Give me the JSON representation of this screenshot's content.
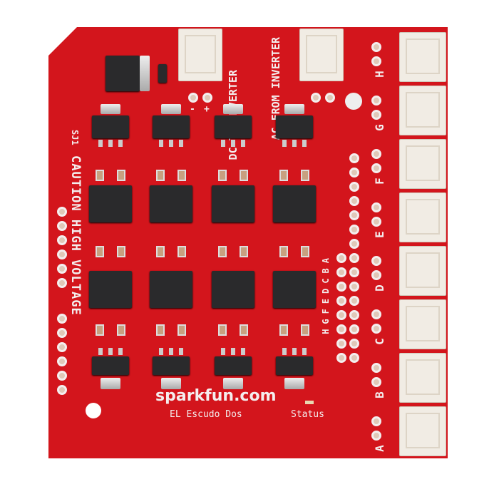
{
  "board": {
    "brand": "sparkfun.com",
    "product": "EL Escudo Dos",
    "status_label": "Status",
    "caution_label": "CAUTION HIGH VOLTAGE",
    "dc_label": "DC TO INVERTER",
    "ac_label": "AC FROM INVERTER",
    "jumper_label": "SJ1",
    "channels": [
      "H",
      "G",
      "F",
      "E",
      "D",
      "C",
      "B",
      "A"
    ],
    "header_letters": "HGFEDCBA",
    "polarity": [
      "-",
      "+"
    ],
    "colors": {
      "pcb": "#d3151c",
      "silkscreen": "#f4eeee",
      "connector": "#f1ece4",
      "chip": "#2a2a2c"
    }
  }
}
